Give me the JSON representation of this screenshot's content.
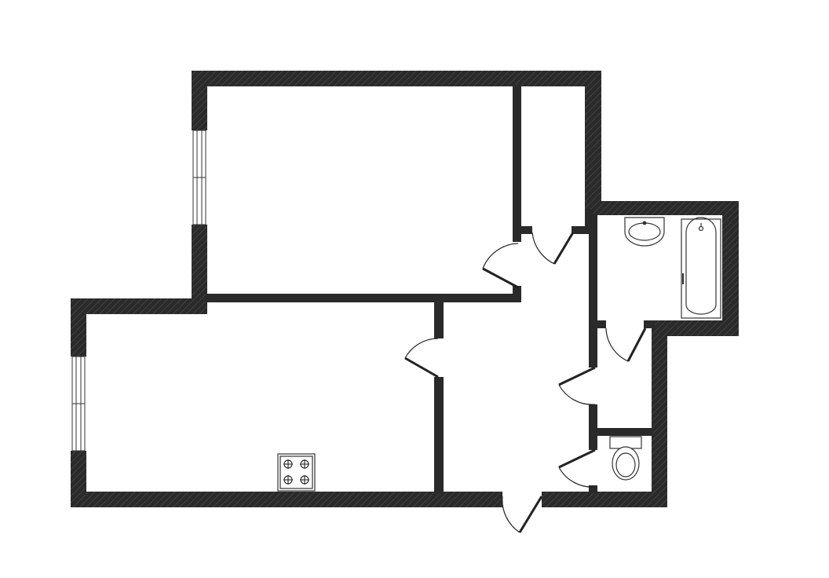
{
  "plan": {
    "background_color": "#ffffff",
    "wall_color": "#2a2a2a",
    "hatch_color": "#4a4a4a",
    "fixture_stroke_color": "#333333",
    "rooms": [
      {
        "name": "bedroom"
      },
      {
        "name": "kitchen-living-room"
      },
      {
        "name": "hallway"
      },
      {
        "name": "closet"
      },
      {
        "name": "bathroom"
      },
      {
        "name": "storage"
      },
      {
        "name": "toilet-room"
      }
    ],
    "fixtures": [
      "stove-icon",
      "sink-icon",
      "bathtub-icon",
      "toilet-icon"
    ]
  }
}
